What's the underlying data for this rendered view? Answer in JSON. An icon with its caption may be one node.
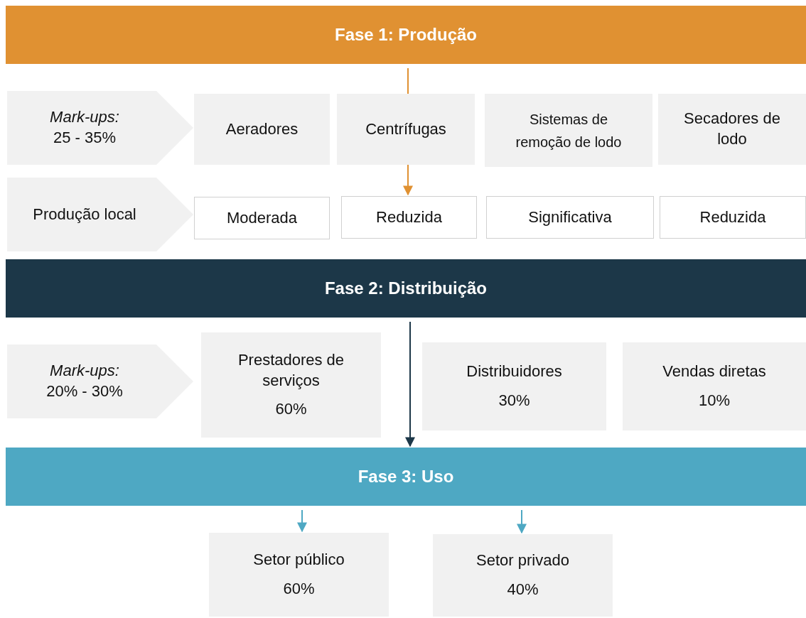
{
  "diagram": {
    "nodes": [
      {
        "text": [
          "Fase 1: Produção"
        ]
      },
      {
        "text": [
          "Mark-ups:",
          "25 - 35%"
        ]
      },
      {
        "text": [
          "Aeradores"
        ]
      },
      {
        "text": [
          "Centrífugas"
        ]
      },
      {
        "text": [
          "Sistemas de remoção de lodo"
        ]
      },
      {
        "text": [
          "Secadores de lodo"
        ]
      },
      {
        "text": [
          "Produção local"
        ]
      },
      {
        "text": [
          "Moderada"
        ]
      },
      {
        "text": [
          "Reduzida"
        ]
      },
      {
        "text": [
          "Significativa"
        ]
      },
      {
        "text": [
          "Reduzida"
        ]
      },
      {
        "text": [
          "Fase 2: Distribuição"
        ]
      },
      {
        "text": [
          "Mark-ups:",
          "20% - 30%"
        ]
      },
      {
        "text": [
          "Prestadores de serviços",
          "60%"
        ]
      },
      {
        "text": [
          "Distribuidores",
          "30%"
        ]
      },
      {
        "text": [
          "Vendas diretas",
          "10%"
        ]
      },
      {
        "text": [
          "Fase 3: Uso"
        ]
      },
      {
        "text": [
          "Setor público",
          "60%"
        ]
      },
      {
        "text": [
          "Setor privado",
          "40%"
        ]
      }
    ],
    "edges": [
      {
        "from": 0,
        "to": 3,
        "arrow": "none",
        "color": "#e09132"
      },
      {
        "from": 3,
        "to": 8,
        "arrow": "to",
        "color": "#e09132"
      },
      {
        "from": 11,
        "to": 16,
        "arrow": "to",
        "color": "#1c3748"
      },
      {
        "from": 16,
        "to": 17,
        "arrow": "to",
        "color": "#4ea8c3"
      },
      {
        "from": 16,
        "to": 18,
        "arrow": "to",
        "color": "#4ea8c3"
      }
    ]
  }
}
